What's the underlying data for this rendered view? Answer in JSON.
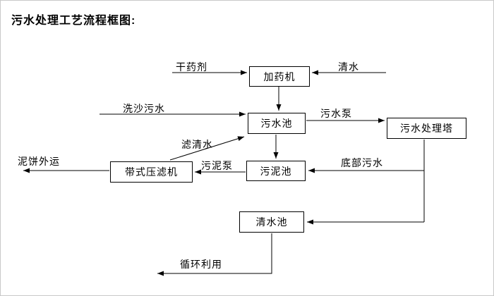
{
  "title": "污水处理工艺流程框图:",
  "nodes": {
    "dosing_machine": {
      "label": "加药机"
    },
    "sewage_pool": {
      "label": "污水池"
    },
    "treatment_tower": {
      "label": "污水处理塔"
    },
    "sludge_pool": {
      "label": "污泥池"
    },
    "belt_filter_press": {
      "label": "带式压滤机"
    },
    "clear_water_pool": {
      "label": "清水池"
    }
  },
  "labels": {
    "dry_agent": "干药剂",
    "clear_water": "清水",
    "sand_washing_sewage": "洗沙污水",
    "sewage_pump": "污水泵",
    "filtered_water": "滤清水",
    "sludge_pump": "污泥泵",
    "bottom_sewage": "底部污水",
    "mud_cake_out": "泥饼外运",
    "recycle": "循环利用"
  }
}
